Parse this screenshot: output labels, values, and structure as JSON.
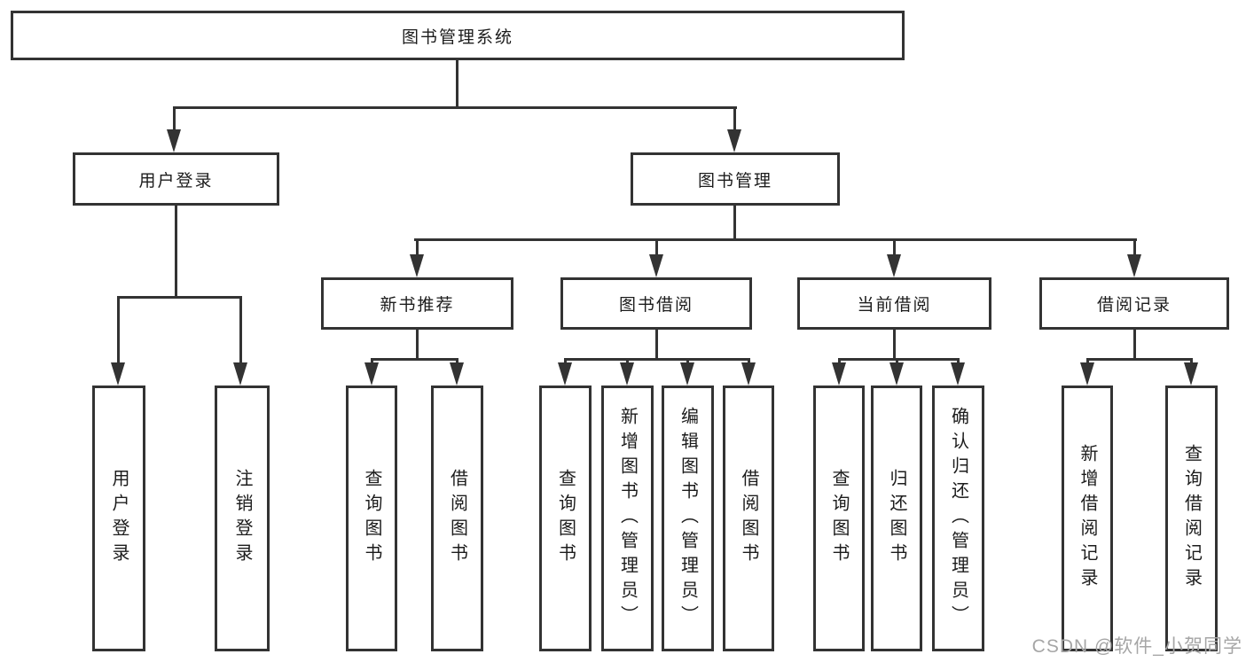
{
  "colors": {
    "line": "#333333",
    "box_border": "#333333",
    "box_fill": "#ffffff",
    "text": "#1c1c1c",
    "watermark": "#a6a6a6",
    "background": "#ffffff"
  },
  "tree": {
    "root": {
      "label": "图书管理系统"
    },
    "level2": [
      {
        "label": "用户登录"
      },
      {
        "label": "图书管理"
      }
    ],
    "level3": [
      {
        "label": "新书推荐"
      },
      {
        "label": "图书借阅"
      },
      {
        "label": "当前借阅"
      },
      {
        "label": "借阅记录"
      }
    ],
    "leaves": {
      "user_login": [
        {
          "label": "用户登录"
        },
        {
          "label": "注销登录"
        }
      ],
      "new_book_recommend": [
        {
          "label": "查询图书"
        },
        {
          "label": "借阅图书"
        }
      ],
      "book_borrow": [
        {
          "label": "查询图书"
        },
        {
          "label": "新增图书（管理员）"
        },
        {
          "label": "编辑图书（管理员）"
        },
        {
          "label": "借阅图书"
        }
      ],
      "current_borrow": [
        {
          "label": "查询图书"
        },
        {
          "label": "归还图书"
        },
        {
          "label": "确认归还（管理员）"
        }
      ],
      "borrow_records": [
        {
          "label": "新增借阅记录"
        },
        {
          "label": "查询借阅记录"
        }
      ]
    }
  },
  "watermark": {
    "text": "CSDN @软件_小贺同学"
  }
}
